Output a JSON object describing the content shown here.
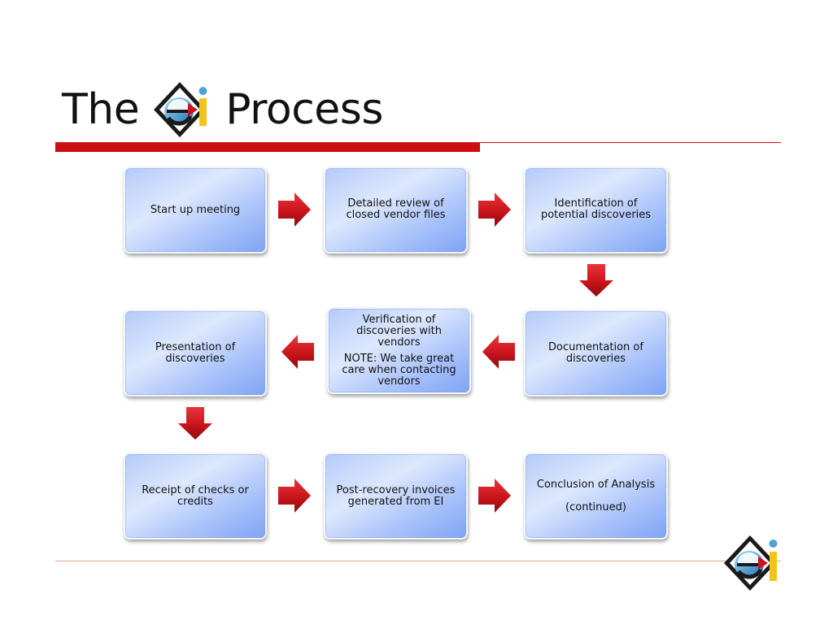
{
  "title": {
    "before": "The",
    "after": "Process",
    "logo": "ei-logo"
  },
  "boxes": {
    "start": "Start up meeting",
    "review": "Detailed review of closed vendor files",
    "identify": "Identification of potential discoveries",
    "documentation": "Documentation of discoveries",
    "verification": "Verification of discoveries with vendors",
    "verification_note": "NOTE: We take great care when contacting vendors",
    "presentation": "Presentation of discoveries",
    "receipt": "Receipt of checks or credits",
    "postrecovery": "Post-recovery invoices generated from EI",
    "conclusion": "Conclusion of Analysis",
    "conclusion_note": "(continued)"
  },
  "icons": {
    "arrow": "red-arrow-icon",
    "footer_logo": "ei-logo"
  },
  "colors": {
    "accent": "#cc0d14",
    "box": "#a6c0fa",
    "arrow": "#d01a1f"
  }
}
